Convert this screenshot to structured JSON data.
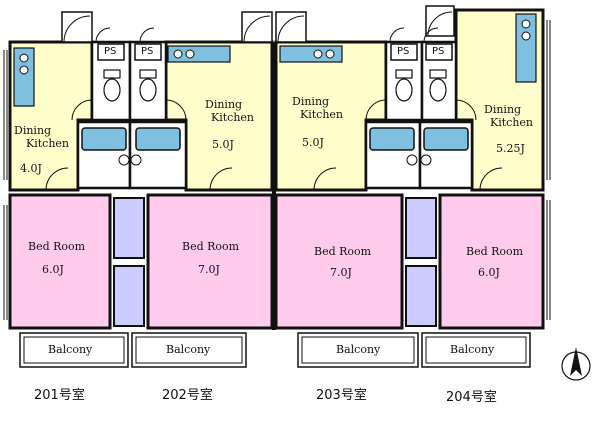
{
  "colors": {
    "dining_kitchen": "#ffffcc",
    "bed_room": "#ffccee",
    "storage": "#ccccff",
    "wet_area": "#ffffff",
    "wall": "#111111",
    "fixture": "#7fbfdf"
  },
  "units": [
    {
      "label": "201号室",
      "dk_name": [
        "Dining",
        "Kitchen"
      ],
      "dk_size": "4.0J",
      "bed_name": "Bed Room",
      "bed_size": "6.0J",
      "balcony": "Balcony",
      "ps": "PS"
    },
    {
      "label": "202号室",
      "dk_name": [
        "Dining",
        "Kitchen"
      ],
      "dk_size": "5.0J",
      "bed_name": "Bed Room",
      "bed_size": "7.0J",
      "balcony": "Balcony",
      "ps": "PS"
    },
    {
      "label": "203号室",
      "dk_name": [
        "Dining",
        "Kitchen"
      ],
      "dk_size": "5.0J",
      "bed_name": "Bed Room",
      "bed_size": "7.0J",
      "balcony": "Balcony",
      "ps": "PS"
    },
    {
      "label": "204号室",
      "dk_name": [
        "Dining",
        "Kitchen"
      ],
      "dk_size": "5.25J",
      "bed_name": "Bed Room",
      "bed_size": "6.0J",
      "balcony": "Balcony",
      "ps": "PS"
    }
  ],
  "north_icon": "north-arrow-icon"
}
